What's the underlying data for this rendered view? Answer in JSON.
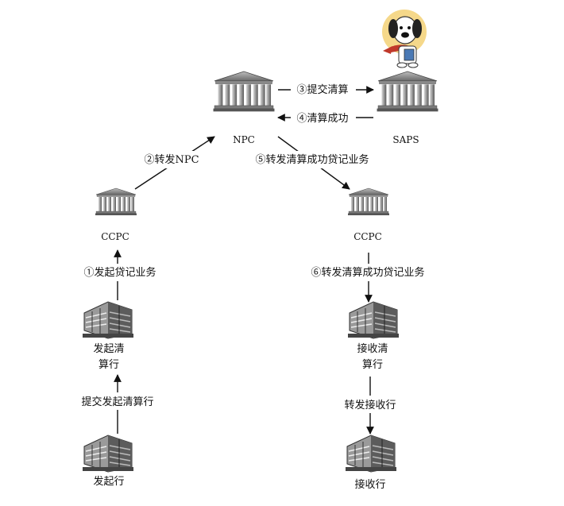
{
  "nodes": {
    "npc": "NPC",
    "saps": "SAPS",
    "ccpc_left": "CCPC",
    "ccpc_right": "CCPC",
    "send_clearing_bank": [
      "发起清",
      "算行"
    ],
    "recv_clearing_bank": [
      "接收清",
      "算行"
    ],
    "send_bank": "发起行",
    "recv_bank": "接收行"
  },
  "edges": {
    "e1": "①发起贷记业务",
    "e2": "②转发NPC",
    "e3": "③提交清算",
    "e4": "④清算成功",
    "e5": "⑤转发清算成功贷记业务",
    "e6": "⑥转发清算成功贷记业务",
    "submit": "提交发起清算行",
    "forward_recv": "转发接收行"
  },
  "icons": {
    "institution": "bank-building-icon",
    "bank_branch": "office-building-icon",
    "mascot": "dog-mascot-icon"
  }
}
